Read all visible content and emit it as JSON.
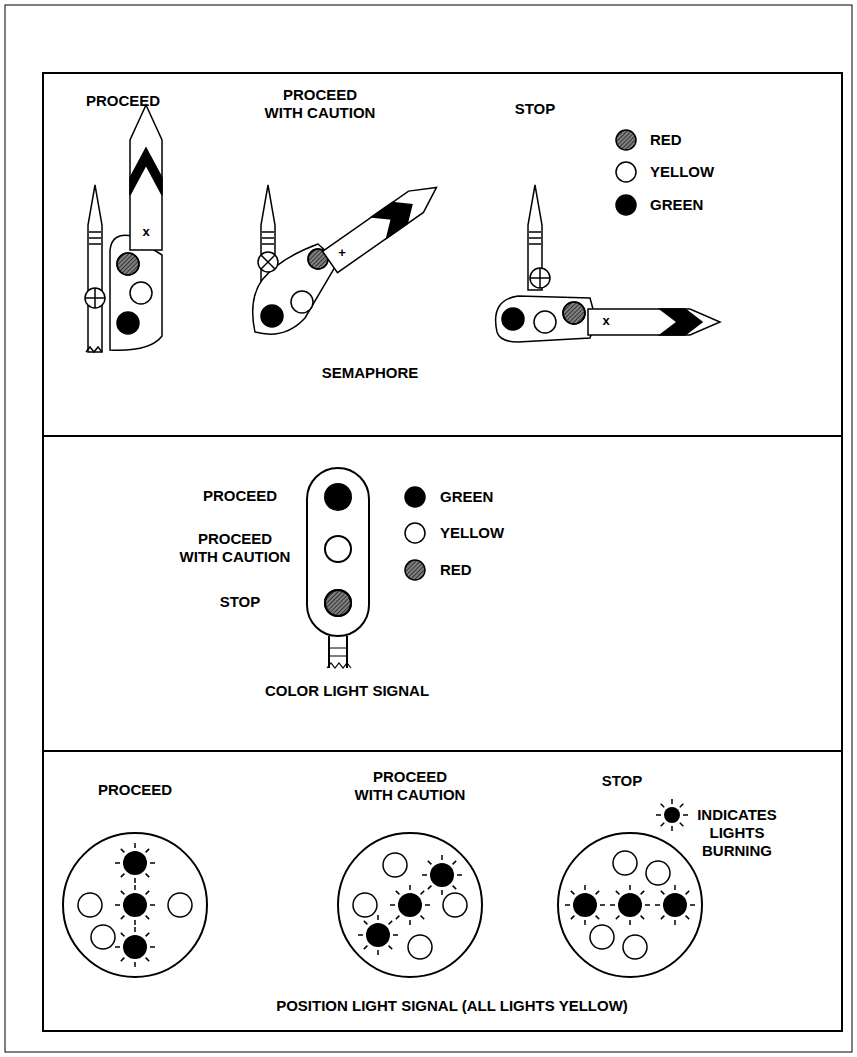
{
  "diagram": {
    "nodes": [
      {
        "text": [
          "SEMAPHORE"
        ]
      },
      {
        "text": [
          "COLOR LIGHT SIGNAL"
        ]
      },
      {
        "text": [
          "POSITION LIGHT SIGNAL (ALL LIGHTS YELLOW)"
        ]
      }
    ],
    "labels": [
      "PROCEED",
      "PROCEED WITH CAUTION",
      "STOP",
      "x",
      "+",
      "x",
      "PROCEED",
      "PROCEED WITH CAUTION",
      "STOP",
      "PROCEED",
      "PROCEED WITH CAUTION",
      "STOP"
    ],
    "legend": [
      {
        "text": "RED",
        "color": "#808080"
      },
      {
        "text": "YELLOW",
        "color": "#ffffff"
      },
      {
        "text": "GREEN",
        "color": "#000000"
      },
      {
        "text": "GREEN",
        "color": "#000000"
      },
      {
        "text": "YELLOW",
        "color": "#ffffff"
      },
      {
        "text": "RED",
        "color": "#808080"
      },
      {
        "text": "INDICATES LIGHTS BURNING"
      }
    ]
  }
}
